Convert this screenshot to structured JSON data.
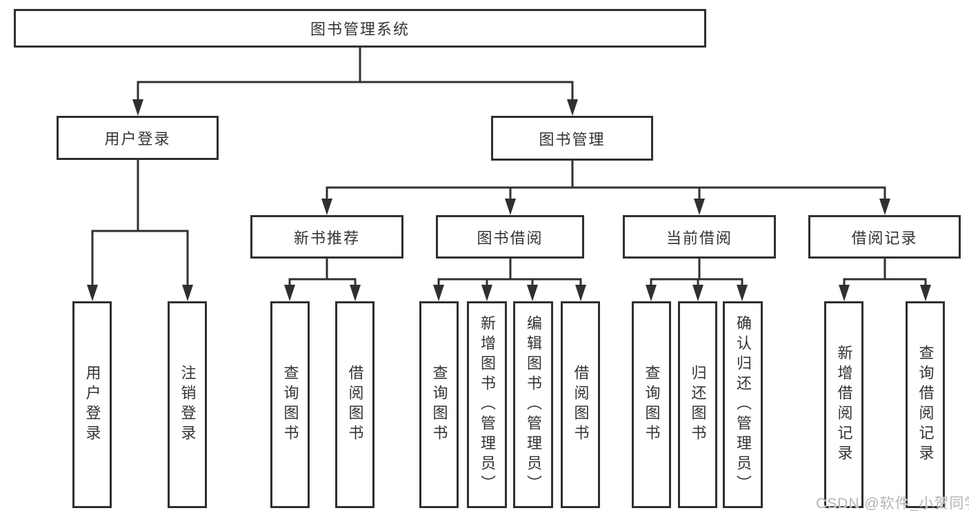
{
  "tree": {
    "root": {
      "label": "图书管理系统",
      "children": [
        {
          "label": "用户登录",
          "children": [
            {
              "label": "用户登录"
            },
            {
              "label": "注销登录"
            }
          ]
        },
        {
          "label": "图书管理",
          "children": [
            {
              "label": "新书推荐",
              "children": [
                {
                  "label": "查询图书"
                },
                {
                  "label": "借阅图书"
                }
              ]
            },
            {
              "label": "图书借阅",
              "children": [
                {
                  "label": "查询图书"
                },
                {
                  "label": "新增图书（管理员）"
                },
                {
                  "label": "编辑图书（管理员）"
                },
                {
                  "label": "借阅图书"
                }
              ]
            },
            {
              "label": "当前借阅",
              "children": [
                {
                  "label": "查询图书"
                },
                {
                  "label": "归还图书"
                },
                {
                  "label": "确认归还（管理员）"
                }
              ]
            },
            {
              "label": "借阅记录",
              "children": [
                {
                  "label": "新增借阅记录"
                },
                {
                  "label": "查询借阅记录"
                }
              ]
            }
          ]
        }
      ]
    }
  },
  "watermark": {
    "text": "CSDN @软件_小贺同学"
  },
  "colors": {
    "line": "#303030",
    "box_border": "#2f2f2f",
    "text": "#333333",
    "background": "#ffffff",
    "watermark": "#b5b5b5"
  }
}
